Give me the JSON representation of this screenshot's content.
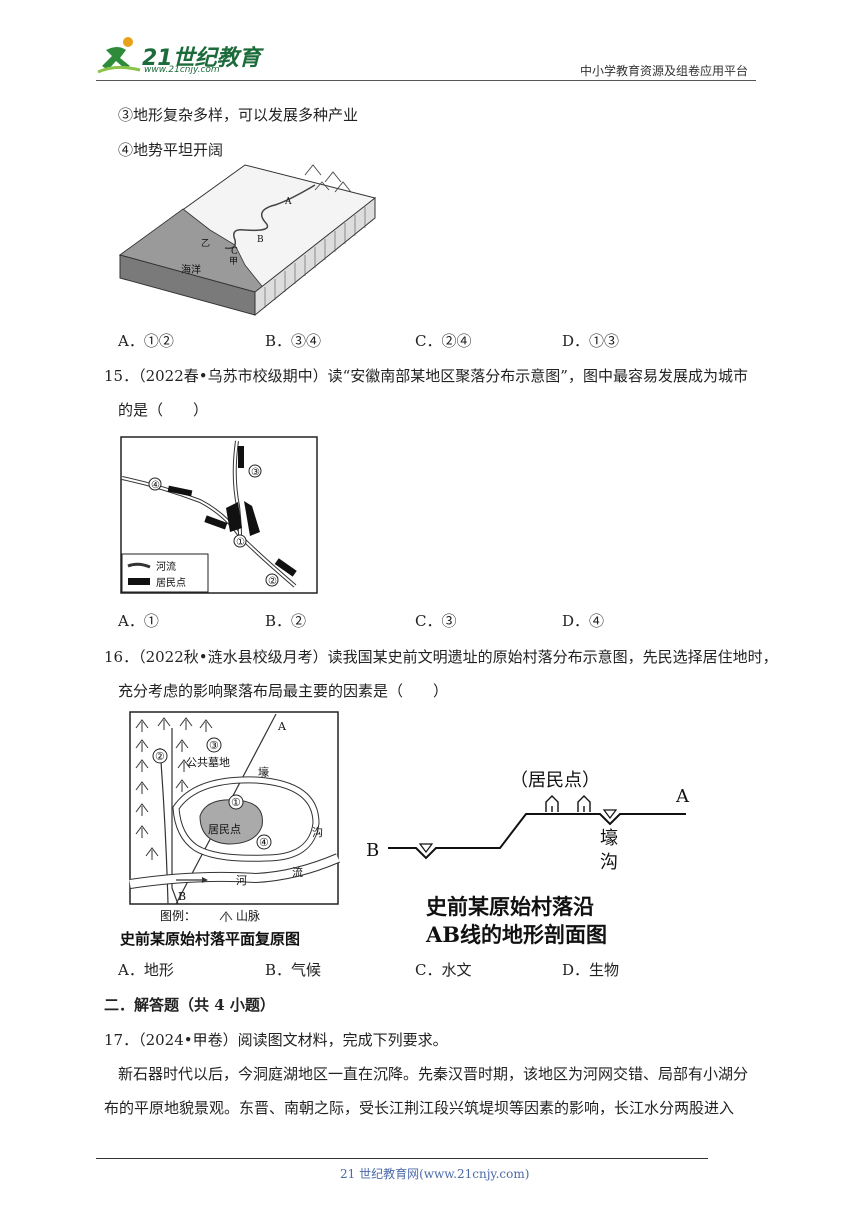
{
  "header": {
    "logo_main": "21世纪教育",
    "logo_sub": "www.21cnjy.com",
    "right_text": "中小学教育资源及组卷应用平台"
  },
  "q14": {
    "opt3": "③地形复杂多样，可以发展多种产业",
    "opt4": "④地势平坦开阔",
    "figure": {
      "ocean": "海洋",
      "label_b": "B",
      "label_yi": "乙",
      "label_c": "C",
      "label_jia": "甲",
      "label_a": "A"
    },
    "choices": [
      "A．①②",
      "B．③④",
      "C．②④",
      "D．①③"
    ]
  },
  "q15": {
    "line1": "15．（2022春•乌苏市校级期中）读“安徽南部某地区聚落分布示意图”，图中最容易发展成为城市",
    "line2": "的是（　　）",
    "figure": {
      "m1": "①",
      "m2": "②",
      "m3": "③",
      "m4": "④",
      "legend_river": "河流",
      "legend_settlement": "居民点"
    },
    "choices": [
      "A．①",
      "B．②",
      "C．③",
      "D．④"
    ]
  },
  "q16": {
    "line1": "16．（2022秋•涟水县校级月考）读我国某史前文明遗址的原始村落分布示意图，先民选择居住地时，",
    "line2": "充分考虑的影响聚落布局最主要的因素是（　　）",
    "left_fig": {
      "m1": "①",
      "m2": "②",
      "m3": "③",
      "m4": "④",
      "cemetery": "公共墓地",
      "settlement": "居民点",
      "moat1": "壕",
      "moat2": "沟",
      "river1": "河",
      "river2": "流",
      "a": "A",
      "b": "B",
      "legend": "图例：",
      "mountain": "山脉",
      "caption": "史前某原始村落平面复原图"
    },
    "right_fig": {
      "settlement": "（居民点）",
      "a": "A",
      "b": "B",
      "moat1": "壕",
      "moat2": "沟",
      "caption1": "史前某原始村落沿",
      "caption2": "AB线的地形剖面图"
    },
    "choices": [
      "A．地形",
      "B．气候",
      "C．水文",
      "D．生物"
    ]
  },
  "section2": {
    "title": "二．解答题（共 4 小题）"
  },
  "q17": {
    "line1": "17．（2024•甲卷）阅读图文材料，完成下列要求。",
    "para1": "新石器时代以后，今洞庭湖地区一直在沉降。先秦汉晋时期，该地区为河网交错、局部有小湖分",
    "para2": "布的平原地貌景观。东晋、南朝之际，受长江荆江段兴筑堤坝等因素的影响，长江水分两股进入"
  },
  "footer": {
    "text": "21 世纪教育网(www.21cnjy.com)"
  }
}
